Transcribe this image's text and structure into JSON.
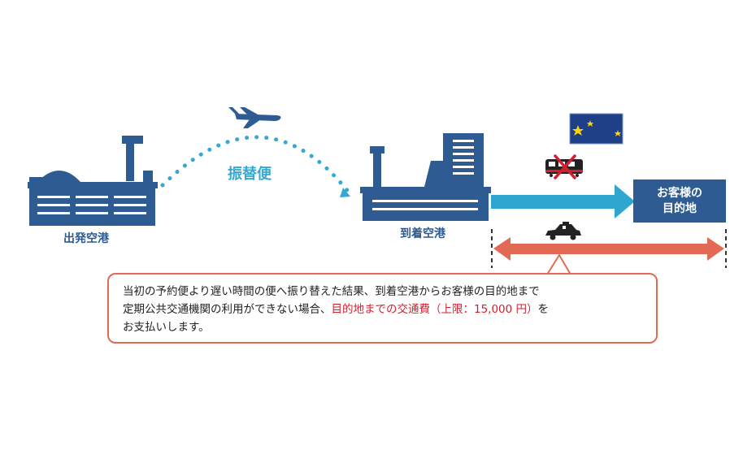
{
  "labels": {
    "departure_airport": "出発空港",
    "transfer_flight": "振替便",
    "arrival_airport": "到着空港",
    "destination_line1": "お客様の",
    "destination_line2": "目的地"
  },
  "note": {
    "line1": "当初の予約便より遅い時間の便へ振り替えた結果、到着空港からお客様の目的地まで",
    "line2_prefix": "定期公共交通機関の利用ができない場合、",
    "line2_highlight": "目的地までの交通費（上限：15,000 円）",
    "line2_suffix": "を",
    "line3": "お支払いします。"
  },
  "icons": [
    "airplane-icon",
    "night-moon-stars-icon",
    "train-crossed-out-icon",
    "taxi-icon"
  ],
  "colors": {
    "building_navy": "#2f5b93",
    "dotted_cyan": "#35a9d1",
    "arrow_cyan": "#2fa6cf",
    "taxi_arrow_red": "#e26a55",
    "highlight_red": "#d41e2e",
    "night_yellow": "#ffd400"
  }
}
